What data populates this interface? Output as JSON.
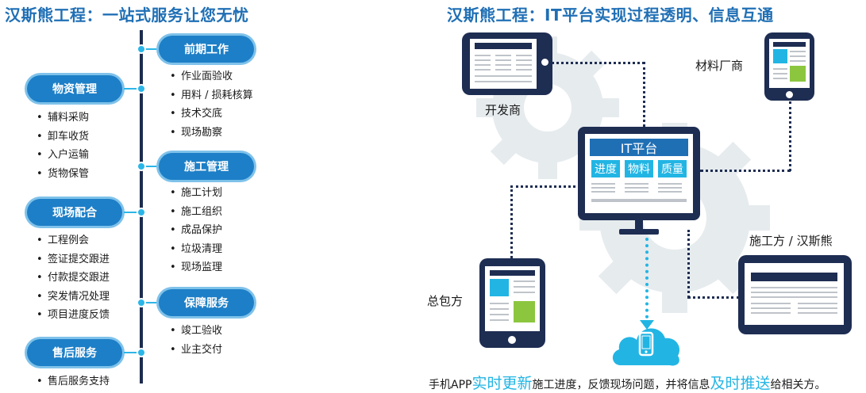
{
  "left": {
    "title": "汉斯熊工程：一站式服务让您无忧",
    "sections": [
      {
        "name": "物资管理",
        "items": [
          "辅料采购",
          "卸车收货",
          "入户运输",
          "货物保管"
        ]
      },
      {
        "name": "前期工作",
        "items": [
          "作业面验收",
          "用料 / 损耗核算",
          "技术交底",
          "现场勘察"
        ]
      },
      {
        "name": "施工管理",
        "items": [
          "施工计划",
          "施工组织",
          "成品保护",
          "垃圾清理",
          "现场监理"
        ]
      },
      {
        "name": "现场配合",
        "items": [
          "工程例会",
          "签证提交跟进",
          "付款提交跟进",
          "突发情况处理",
          "项目进度反馈"
        ]
      },
      {
        "name": "保障服务",
        "items": [
          "竣工验收",
          "业主交付"
        ]
      },
      {
        "name": "售后服务",
        "items": [
          "售后服务支持"
        ]
      }
    ]
  },
  "right": {
    "title": "汉斯熊工程：IT平台实现过程透明、信息互通",
    "platform": {
      "name": "IT平台",
      "tags": [
        "进度",
        "物料",
        "质量"
      ]
    },
    "nodes": {
      "developer": "开发商",
      "supplier": "材料厂商",
      "contractor": "总包方",
      "builder": "施工方 / 汉斯熊"
    },
    "caption": {
      "p1": "手机APP",
      "h1": "实时更新",
      "p2": "施工进度，反馈现场问题，并将信息",
      "h2": "及时推送",
      "p3": "给相关方。"
    }
  },
  "colors": {
    "title": "#1f6fb5",
    "pill": "#1d7fc7",
    "accent": "#22b5e4",
    "device": "#1e2d52",
    "green": "#8cc63f",
    "gear": "#e6ebee"
  }
}
